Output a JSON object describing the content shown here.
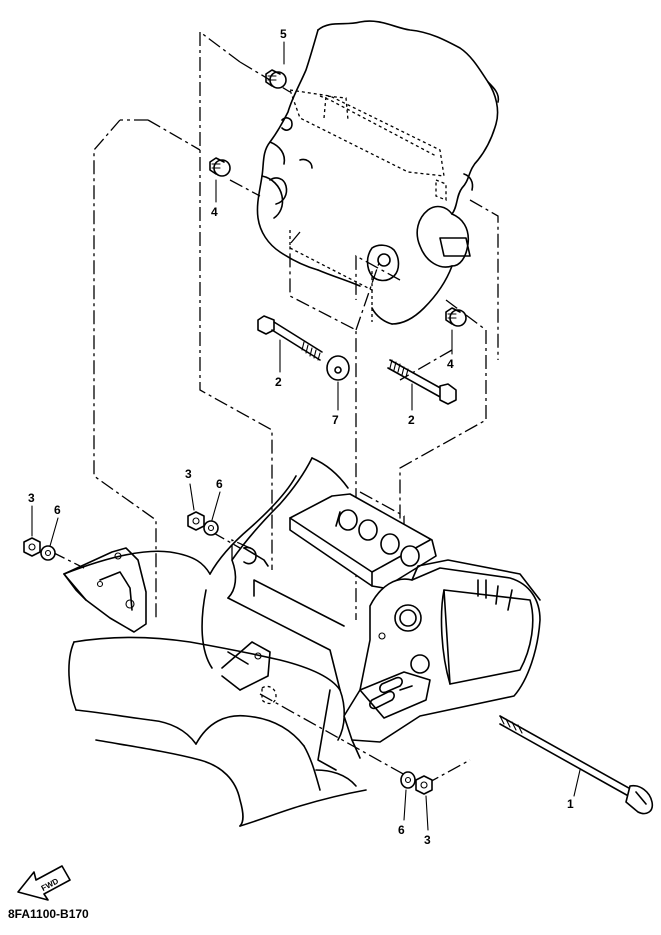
{
  "part_code": "8FA1100-B170",
  "fwd_label": "FWD",
  "callouts": {
    "c5": "5",
    "c4a": "4",
    "c4b": "4",
    "c2a": "2",
    "c2b": "2",
    "c7": "7",
    "c3a": "3",
    "c6a": "6",
    "c3b": "3",
    "c6b": "6",
    "c1": "1",
    "c6c": "6",
    "c3c": "3"
  }
}
